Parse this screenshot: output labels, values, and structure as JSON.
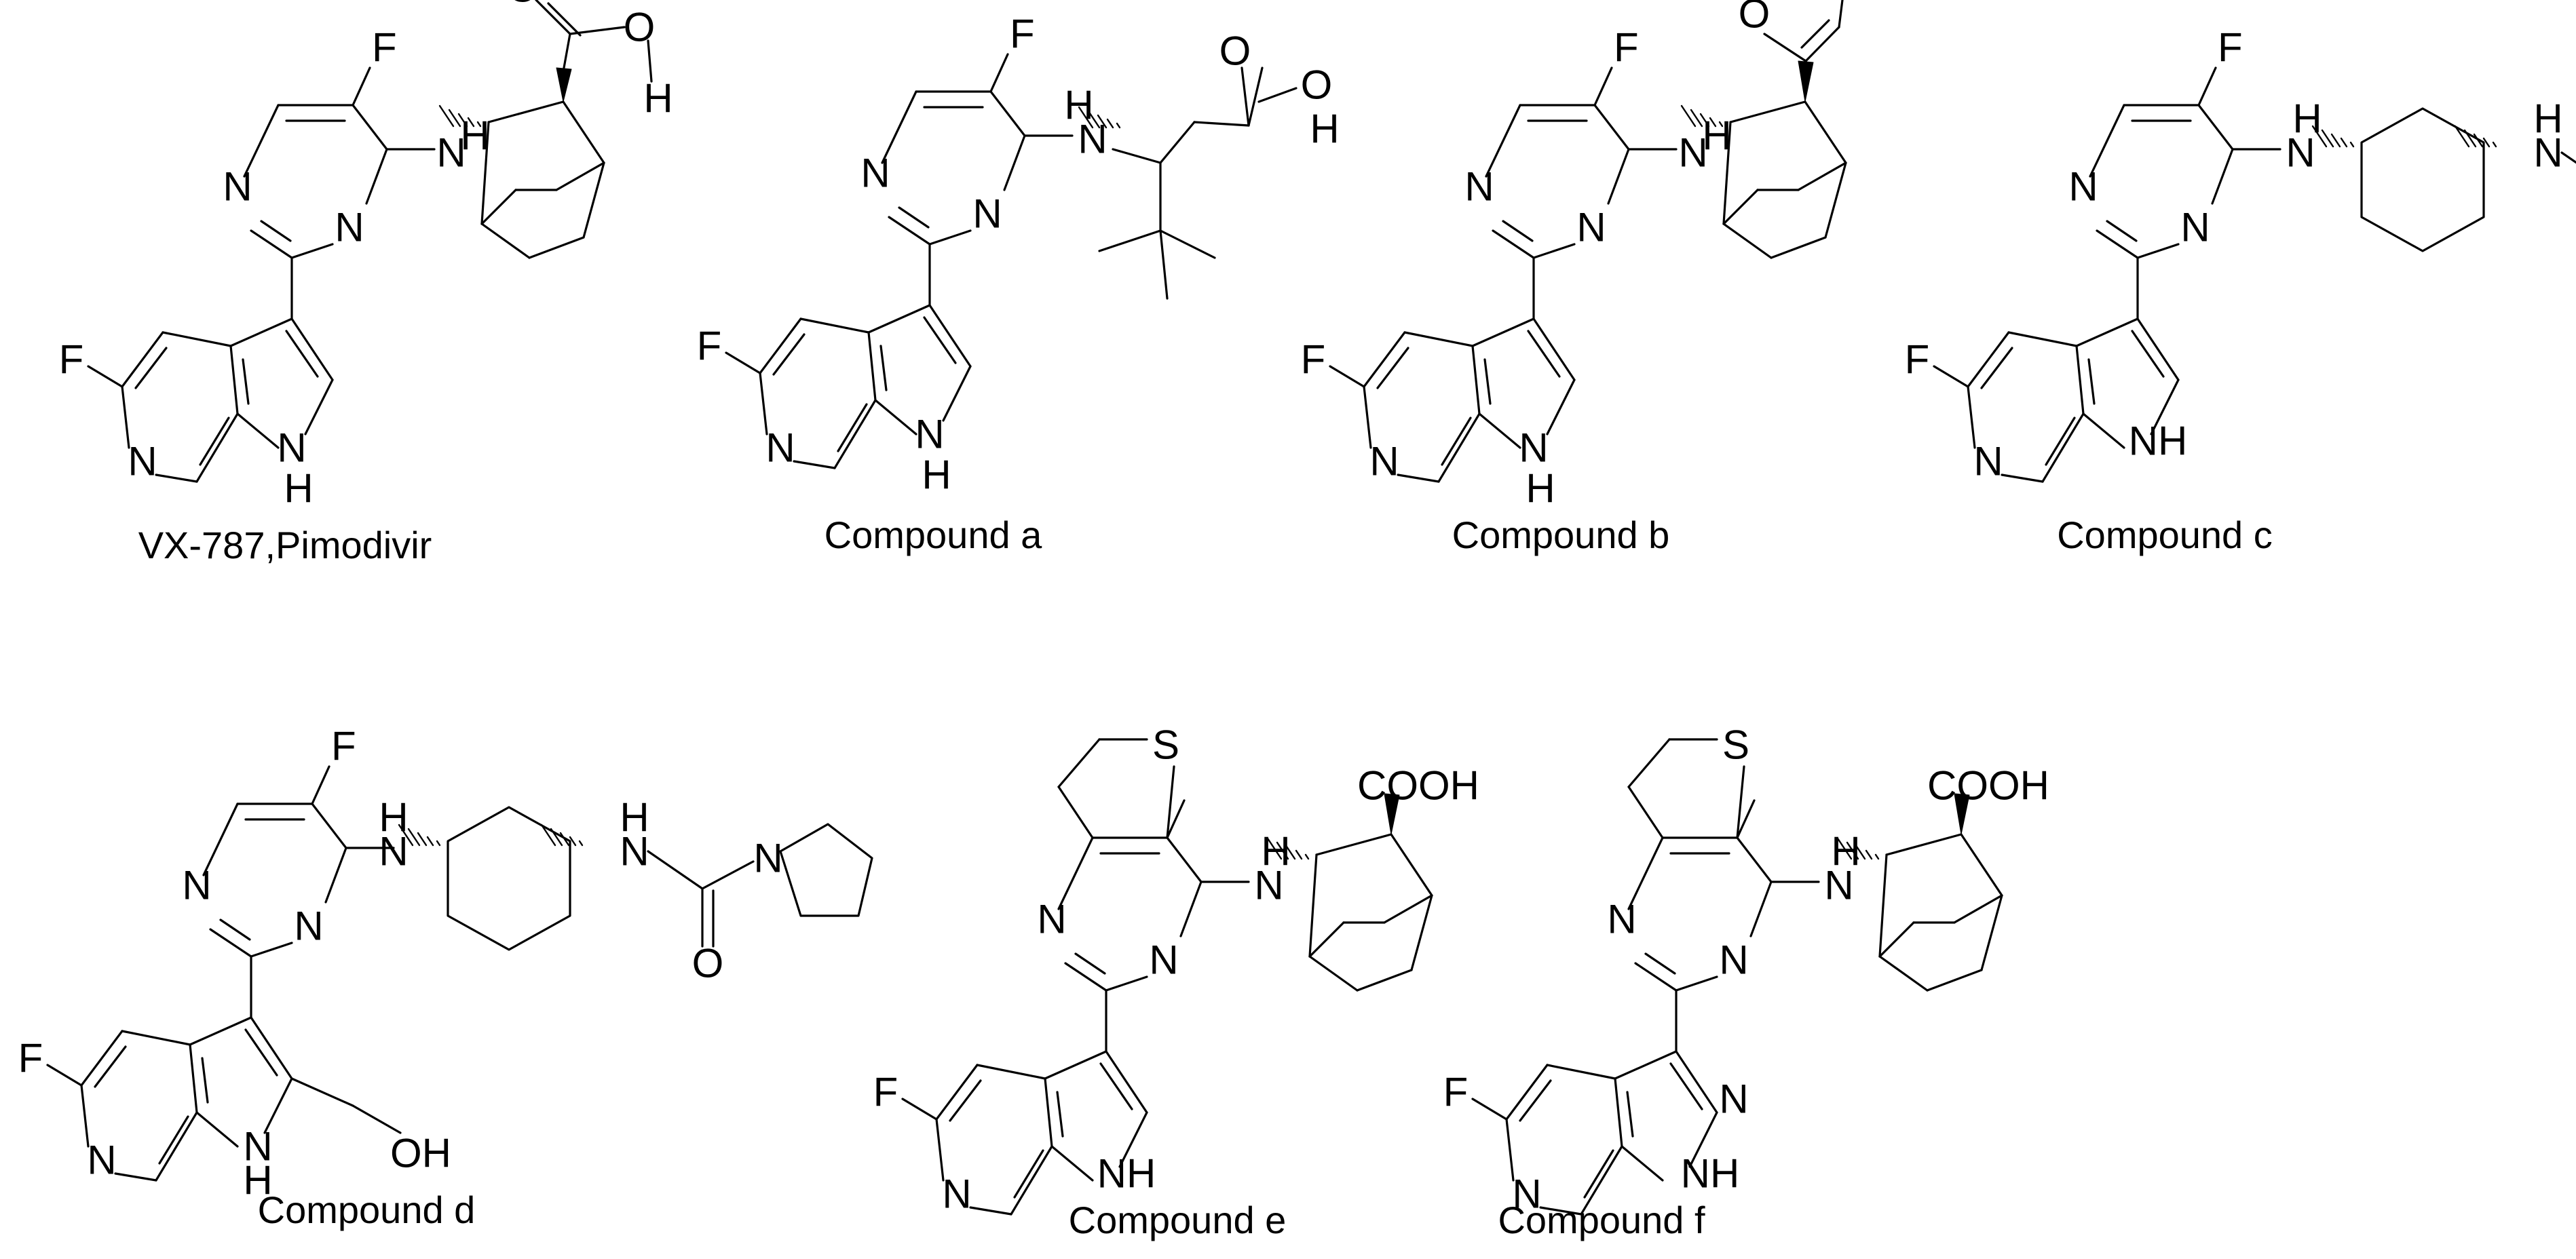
{
  "figure": {
    "captions": [
      "VX-787,Pimodivir",
      "Compound a",
      "Compound b",
      "Compound c",
      "Compound d",
      "Compound e",
      "Compound f"
    ],
    "atoms": {
      "F": "F",
      "N": "N",
      "H": "H",
      "NH": "NH",
      "O": "O",
      "OH": "OH",
      "S": "S",
      "COOH": "COOH"
    }
  }
}
